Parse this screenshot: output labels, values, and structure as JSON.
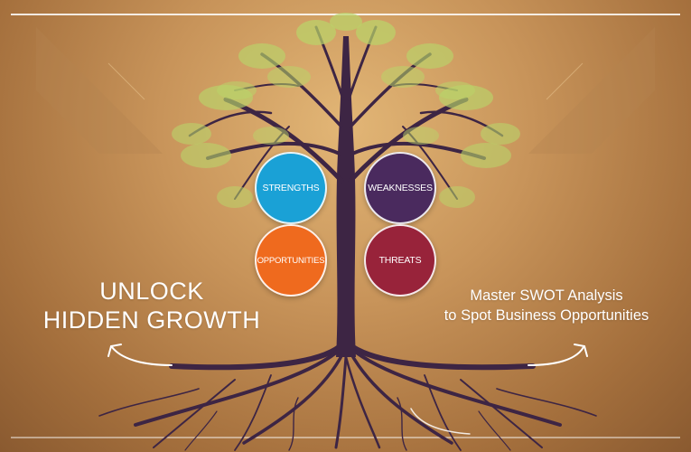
{
  "swot": {
    "strengths": {
      "label": "STRENGTHS",
      "color": "#1aa1d6"
    },
    "weaknesses": {
      "label": "WEAKNESSES",
      "color": "#4a2a5e"
    },
    "opportunities": {
      "label": "OPPORTUNITIES",
      "color": "#ef6a1e"
    },
    "threats": {
      "label": "THREATS",
      "color": "#98233a"
    }
  },
  "headline": {
    "line1": "UNLOCK",
    "line2": "HIDDEN GROWTH"
  },
  "subtitle": {
    "line1": "Master SWOT Analysis",
    "line2": "to Spot Business Opportunities"
  },
  "colors": {
    "trunk": "#3d2544",
    "leaves": "#b9d46a",
    "background": "#c8945a",
    "text": "#ffffff"
  }
}
